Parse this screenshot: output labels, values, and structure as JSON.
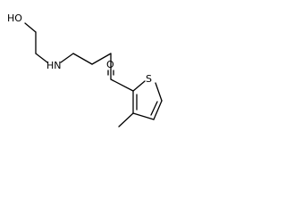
{
  "atoms": {
    "hydroxyl": "HO",
    "amine": "HN",
    "carbonyl_oxygen": "O",
    "thiophene_sulfur": "S"
  },
  "colors": {
    "bond": "#000000",
    "label": "#000000",
    "background": "#ffffff"
  }
}
